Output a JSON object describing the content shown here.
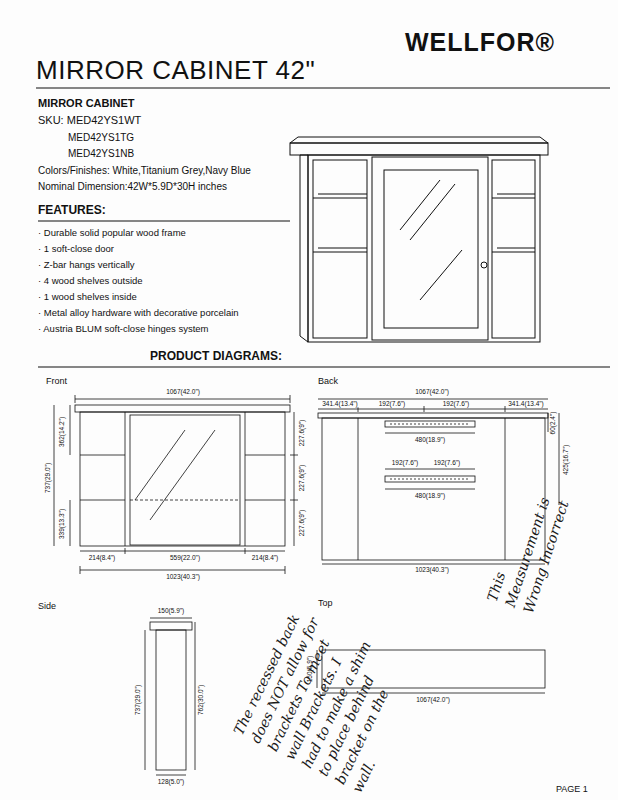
{
  "diagram": {
    "title": "MIRROR CABINET 42\"",
    "labels": [
      "WELLFOR®",
      "MIRROR CABINET",
      "SKU: MED42YS1WT",
      "MED42YS1TG",
      "MED42YS1NB",
      "Colors/Finishes: White,Titanium Grey,Navy Blue",
      "Nominal Dimension:42W*5.9D*30H inches",
      "FEATURES:",
      "· Durable solid popular wood frame",
      "· 1 soft-close door",
      "· Z-bar hangs vertically",
      "· 4 wood shelves outside",
      "· 1 wood shelves inside",
      "· Metal alloy hardware with decorative porcelain",
      "· Austria BLUM soft-close hinges system",
      "PRODUCT DIAGRAMS:",
      "Front",
      "Back",
      "Side",
      "Top",
      "1067(42.0\")",
      "362(14.2\")",
      "737(29.0\")",
      "339(13.3\")",
      "227.6(9\")",
      "227.6(9\")",
      "227.6(9\")",
      "214(8.4\")",
      "559(22.0\")",
      "214(8.4\")",
      "1023(40.3\")",
      "1067(42.0\")",
      "341.4(13.4\")",
      "192(7.6\")",
      "192(7.6\")",
      "341.4(13.4\")",
      "480(18.9\")",
      "192(7.6\")",
      "192(7.6\")",
      "480(18.9\")",
      "60(2.4\")",
      "425(16.7\")",
      "1023(40.3\")",
      "150(5.9\")",
      "737(29.0\")",
      "762(30.0\")",
      "128(5.0\")",
      "150(5.9\")",
      "1067(42.0\")",
      "The recessed back does NOT allow for brackets To meet wall Brackets. I had to make a shim to place behind bracket on the wall.",
      "This Measurement is Wrong Incorrect",
      "PAGE 1"
    ]
  }
}
